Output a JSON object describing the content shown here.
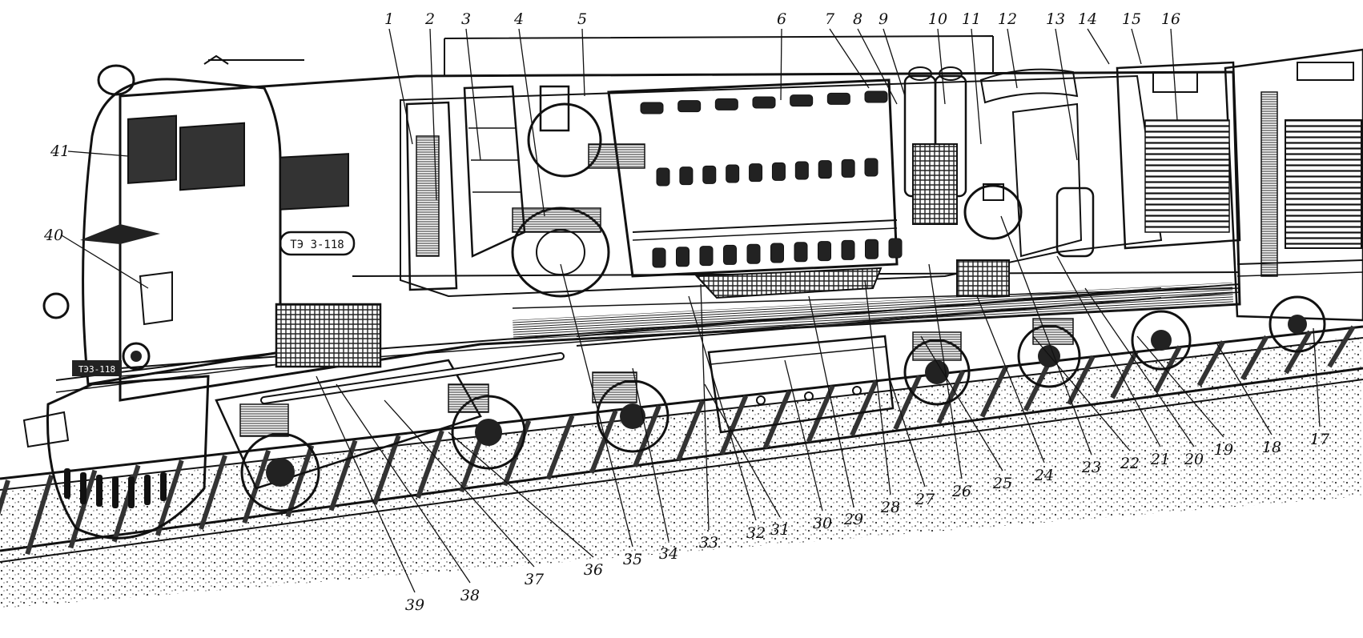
{
  "diagram": {
    "engine_number_plate": "ТЭ 3-118",
    "front_number_plate": "ТЭ3-118",
    "callouts": [
      {
        "id": "1",
        "label": "1"
      },
      {
        "id": "2",
        "label": "2"
      },
      {
        "id": "3",
        "label": "3"
      },
      {
        "id": "4",
        "label": "4"
      },
      {
        "id": "5",
        "label": "5"
      },
      {
        "id": "6",
        "label": "6"
      },
      {
        "id": "7",
        "label": "7"
      },
      {
        "id": "8",
        "label": "8"
      },
      {
        "id": "9",
        "label": "9"
      },
      {
        "id": "10",
        "label": "10"
      },
      {
        "id": "11",
        "label": "11"
      },
      {
        "id": "12",
        "label": "12"
      },
      {
        "id": "13",
        "label": "13"
      },
      {
        "id": "14",
        "label": "14"
      },
      {
        "id": "15",
        "label": "15"
      },
      {
        "id": "16",
        "label": "16"
      },
      {
        "id": "17",
        "label": "17"
      },
      {
        "id": "18",
        "label": "18"
      },
      {
        "id": "19",
        "label": "19"
      },
      {
        "id": "20",
        "label": "20"
      },
      {
        "id": "21",
        "label": "21"
      },
      {
        "id": "22",
        "label": "22"
      },
      {
        "id": "23",
        "label": "23"
      },
      {
        "id": "24",
        "label": "24"
      },
      {
        "id": "25",
        "label": "25"
      },
      {
        "id": "26",
        "label": "26"
      },
      {
        "id": "27",
        "label": "27"
      },
      {
        "id": "28",
        "label": "28"
      },
      {
        "id": "29",
        "label": "29"
      },
      {
        "id": "30",
        "label": "30"
      },
      {
        "id": "31",
        "label": "31"
      },
      {
        "id": "32",
        "label": "32"
      },
      {
        "id": "33",
        "label": "33"
      },
      {
        "id": "34",
        "label": "34"
      },
      {
        "id": "35",
        "label": "35"
      },
      {
        "id": "36",
        "label": "36"
      },
      {
        "id": "37",
        "label": "37"
      },
      {
        "id": "38",
        "label": "38"
      },
      {
        "id": "39",
        "label": "39"
      },
      {
        "id": "40",
        "label": "40"
      },
      {
        "id": "41",
        "label": "41"
      }
    ]
  }
}
